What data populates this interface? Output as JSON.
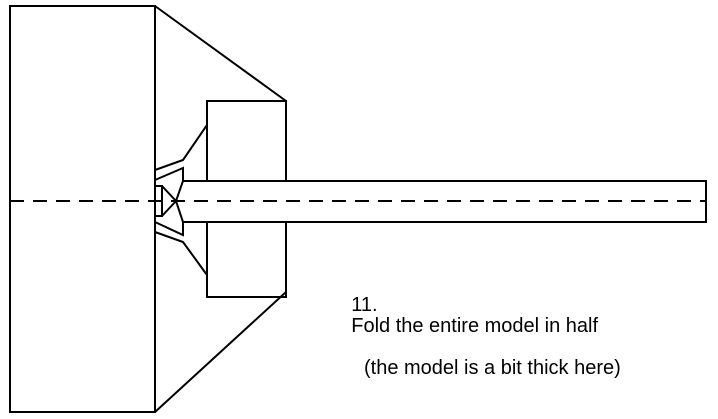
{
  "step": {
    "number": "11.",
    "line1": "Fold the entire model in half",
    "line2": "(the model is a bit thick here)"
  },
  "colors": {
    "ink": "#000000",
    "background": "#ffffff"
  }
}
